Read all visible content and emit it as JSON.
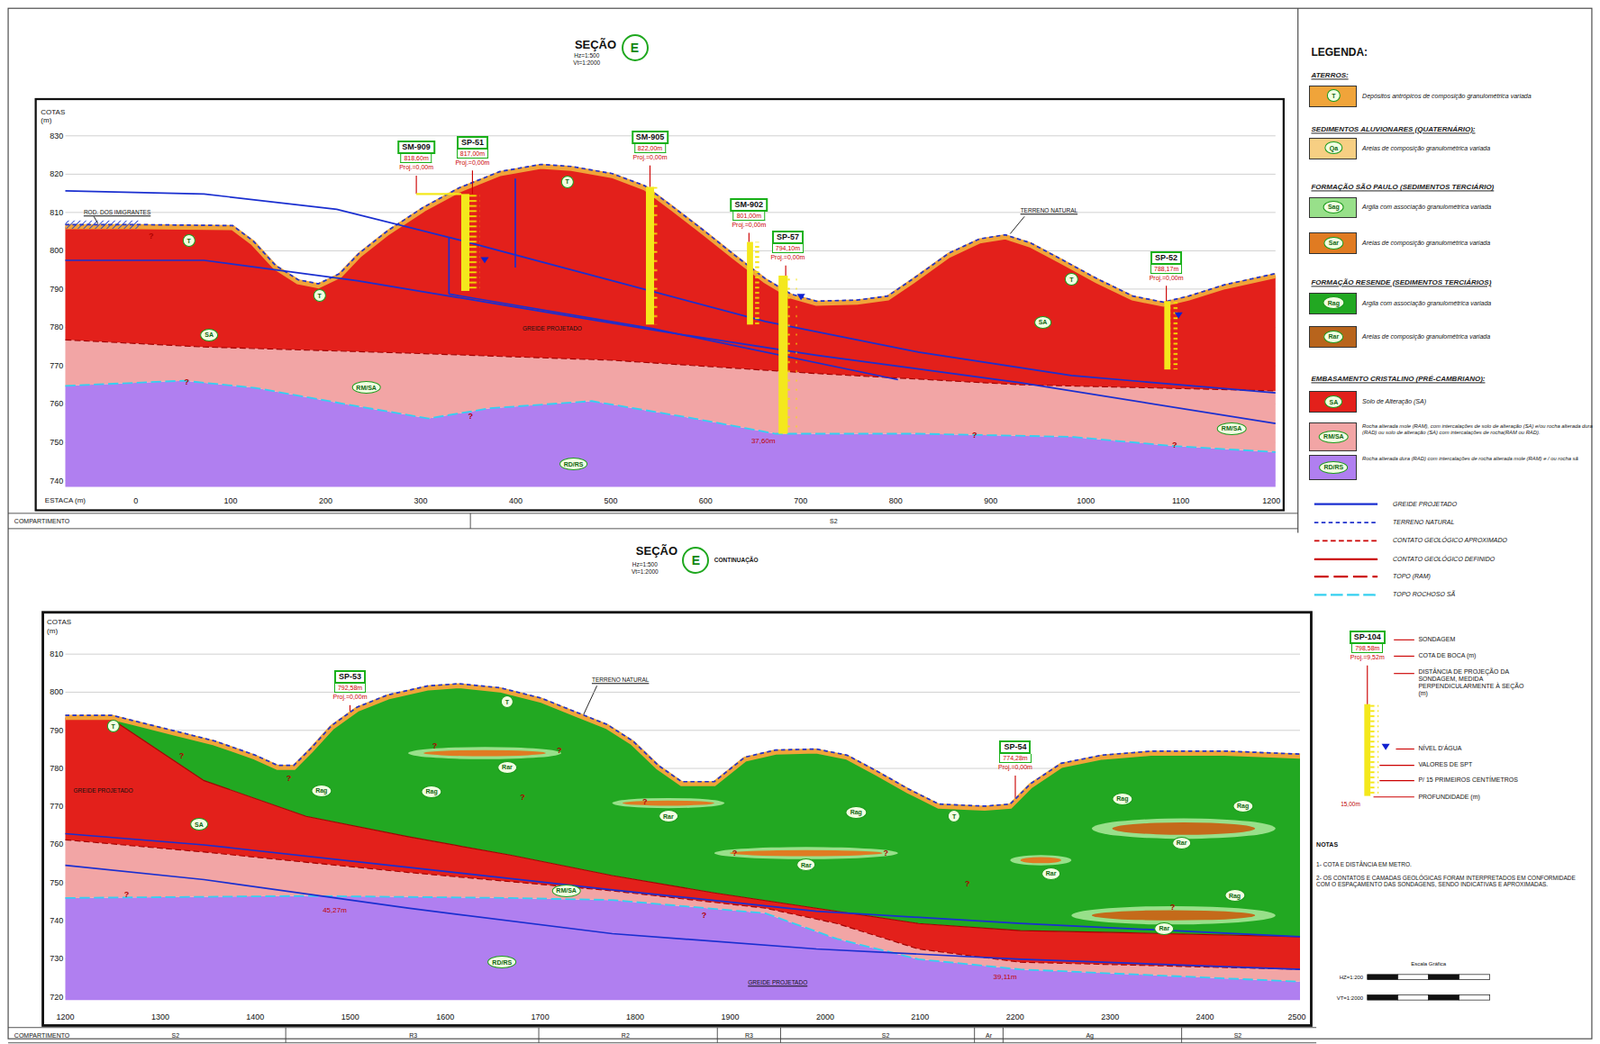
{
  "diagram": {
    "nodes": [
      {
        "text": [
          "E"
        ]
      },
      {
        "text": [
          "E"
        ]
      },
      {
        "text": [
          "SM-909",
          "818,60m",
          "Proj.=0,00m"
        ]
      },
      {
        "text": [
          "SP-51",
          "817,00m",
          "Proj.=0,00m"
        ]
      },
      {
        "text": [
          "SM-905",
          "822,00m",
          "Proj.=0,00m"
        ]
      },
      {
        "text": [
          "SM-902",
          "801,00m",
          "Proj.=0,00m"
        ]
      },
      {
        "text": [
          "SP-57",
          "794,10m",
          "Proj.=0,00m"
        ]
      },
      {
        "text": [
          "SP-52",
          "788,17m",
          "Proj.=0,00m"
        ]
      },
      {
        "text": [
          "SP-53",
          "792,58m",
          "Proj.=0,00m"
        ]
      },
      {
        "text": [
          "SP-54",
          "774,28m",
          "Proj.=0,00m"
        ]
      },
      {
        "text": [
          "SP-104",
          "798,58m",
          "Proj.=9,52m"
        ]
      },
      {
        "text": [
          "T"
        ]
      },
      {
        "text": [
          "T"
        ]
      },
      {
        "text": [
          "T"
        ]
      },
      {
        "text": [
          "T"
        ]
      },
      {
        "text": [
          "SA"
        ]
      },
      {
        "text": [
          "SA"
        ]
      },
      {
        "text": [
          "RM/SA"
        ]
      },
      {
        "text": [
          "RD/RS"
        ]
      },
      {
        "text": [
          "RM/SA"
        ]
      },
      {
        "text": [
          "T"
        ]
      },
      {
        "text": [
          "T"
        ]
      },
      {
        "text": [
          "T"
        ]
      },
      {
        "text": [
          "Rag"
        ]
      },
      {
        "text": [
          "Rag"
        ]
      },
      {
        "text": [
          "Rar"
        ]
      },
      {
        "text": [
          "Rar"
        ]
      },
      {
        "text": [
          "Rar"
        ]
      },
      {
        "text": [
          "Rag"
        ]
      },
      {
        "text": [
          "Rar"
        ]
      },
      {
        "text": [
          "Rag"
        ]
      },
      {
        "text": [
          "Rar"
        ]
      },
      {
        "text": [
          "Rag"
        ]
      },
      {
        "text": [
          "Rar"
        ]
      },
      {
        "text": [
          "Rag"
        ]
      },
      {
        "text": [
          "SA"
        ]
      },
      {
        "text": [
          "RM/SA"
        ]
      },
      {
        "text": [
          "RD/RS"
        ]
      },
      {
        "text": [
          "T"
        ]
      },
      {
        "text": [
          "Qa"
        ]
      },
      {
        "text": [
          "Sag"
        ]
      },
      {
        "text": [
          "Sar"
        ]
      },
      {
        "text": [
          "Rag"
        ]
      },
      {
        "text": [
          "Rar"
        ]
      },
      {
        "text": [
          "SA"
        ]
      },
      {
        "text": [
          "RM/SA"
        ]
      },
      {
        "text": [
          "RD/RS"
        ]
      }
    ],
    "labels": [
      "SEÇÃO",
      "Hz=1:500",
      "Vt=1:2000",
      "SEÇÃO",
      "Hz=1:500",
      "Vt=1:2000",
      "CONTINUAÇÃO",
      "COTAS (m)",
      "830",
      "820",
      "810",
      "800",
      "790",
      "780",
      "770",
      "760",
      "750",
      "740",
      "0",
      "100",
      "200",
      "300",
      "400",
      "500",
      "600",
      "700",
      "800",
      "900",
      "1000",
      "1100",
      "1200",
      "ESTACA (m)",
      "COMPARTIMENTO",
      "S2",
      "ROD. DOS IMIGRANTES",
      "TERRENO NATURAL",
      "GREIDE PROJETADO",
      "37,60m",
      "?",
      "?",
      "?",
      "?",
      "?",
      "COTAS (m)",
      "810",
      "800",
      "790",
      "780",
      "770",
      "760",
      "750",
      "740",
      "730",
      "720",
      "1200",
      "1300",
      "1400",
      "1500",
      "1600",
      "1700",
      "1800",
      "1900",
      "2000",
      "2100",
      "2200",
      "2300",
      "2400",
      "2500",
      "COMPARTIMENTO",
      "S2",
      "R3",
      "R2",
      "R3",
      "S2",
      "Ar",
      "Ag",
      "S2",
      "TERRENO NATURAL",
      "GREIDE PROJETADO",
      "GREIDE PROJETADO",
      "45,27m",
      "39,11m",
      "?",
      "?",
      "?",
      "?",
      "?",
      "?",
      "?",
      "?",
      "?",
      "?",
      "?",
      "?",
      "LEGENDA:",
      "ATERROS:",
      "SEDIMENTOS ALUVIONARES (QUATERNÁRIO):",
      "FORMAÇÃO SÃO PAULO (SEDIMENTOS TERCIÁRIO)",
      "FORMAÇÃO RESENDE (SEDIMENTOS TERCIÁRIOS)",
      "EMBASAMENTO CRISTALINO (PRÉ-CAMBRIANO):",
      "SONDAGEM",
      "COTA DE BOCA (m)",
      "DISTÂNCIA DE PROJEÇÃO DA SONDAGEM, MEDIDA PERPENDICULARMENTE À SEÇÃO (m)",
      "NÍVEL D'ÁGUA",
      "VALORES DE SPT",
      "P/ 15 PRIMEIROS CENTÍMETROS",
      "PROFUNDIDADE (m)",
      "15,00m",
      "NOTAS",
      "1- COTA E DISTÂNCIA EM METRO.",
      "2- OS CONTATOS E CAMADAS GEOLÓGICAS FORAM INTERPRETADOS EM CONFORMIDADE COM O ESPAÇAMENTO DAS SONDAGENS, SENDO INDICATIVAS E APROXIMADAS.",
      "Escala Gráfica",
      "HZ=1:200",
      "VT=1:2000"
    ],
    "legend": [
      {
        "text": "Depósitos antrópicos de composição granulométrica variada",
        "color": "#f0a43a"
      },
      {
        "text": "Areias de composição granulométrica variada",
        "color": "#f7cf83"
      },
      {
        "text": "Argila com associação granulométrica variada",
        "color": "#98e08a"
      },
      {
        "text": "Areias de composição granulométrica variada",
        "color": "#e07b22"
      },
      {
        "text": "Argila com associação granulométrica variada",
        "color": "#22a822"
      },
      {
        "text": "Areias de composição granulométrica variada",
        "color": "#b8641c"
      },
      {
        "text": "Solo de Alteração (SA)",
        "color": "#e3201b"
      },
      {
        "text": "Rocha alterada mole (RAM), com intercalações de solo de alteração (SA) e/ou rocha alterada dura (RAD) ou solo de alteração (SA) com intercalações de rocha(RAM ou RAD).",
        "color": "#f2a5a5"
      },
      {
        "text": "Rocha alterada dura (RAD) com intercalações de rocha alterada mole (RAM) e / ou rocha sã",
        "color": "#b07ff0"
      },
      {
        "text": "GREIDE PROJETADO"
      },
      {
        "text": "TERRENO NATURAL"
      },
      {
        "text": "CONTATO GEOLÓGICO APROXIMADO"
      },
      {
        "text": "CONTATO GEOLÓGICO DEFINIDO"
      },
      {
        "text": "TOPO (RAM)"
      },
      {
        "text": "TOPO ROCHOSO SÃ"
      }
    ]
  }
}
